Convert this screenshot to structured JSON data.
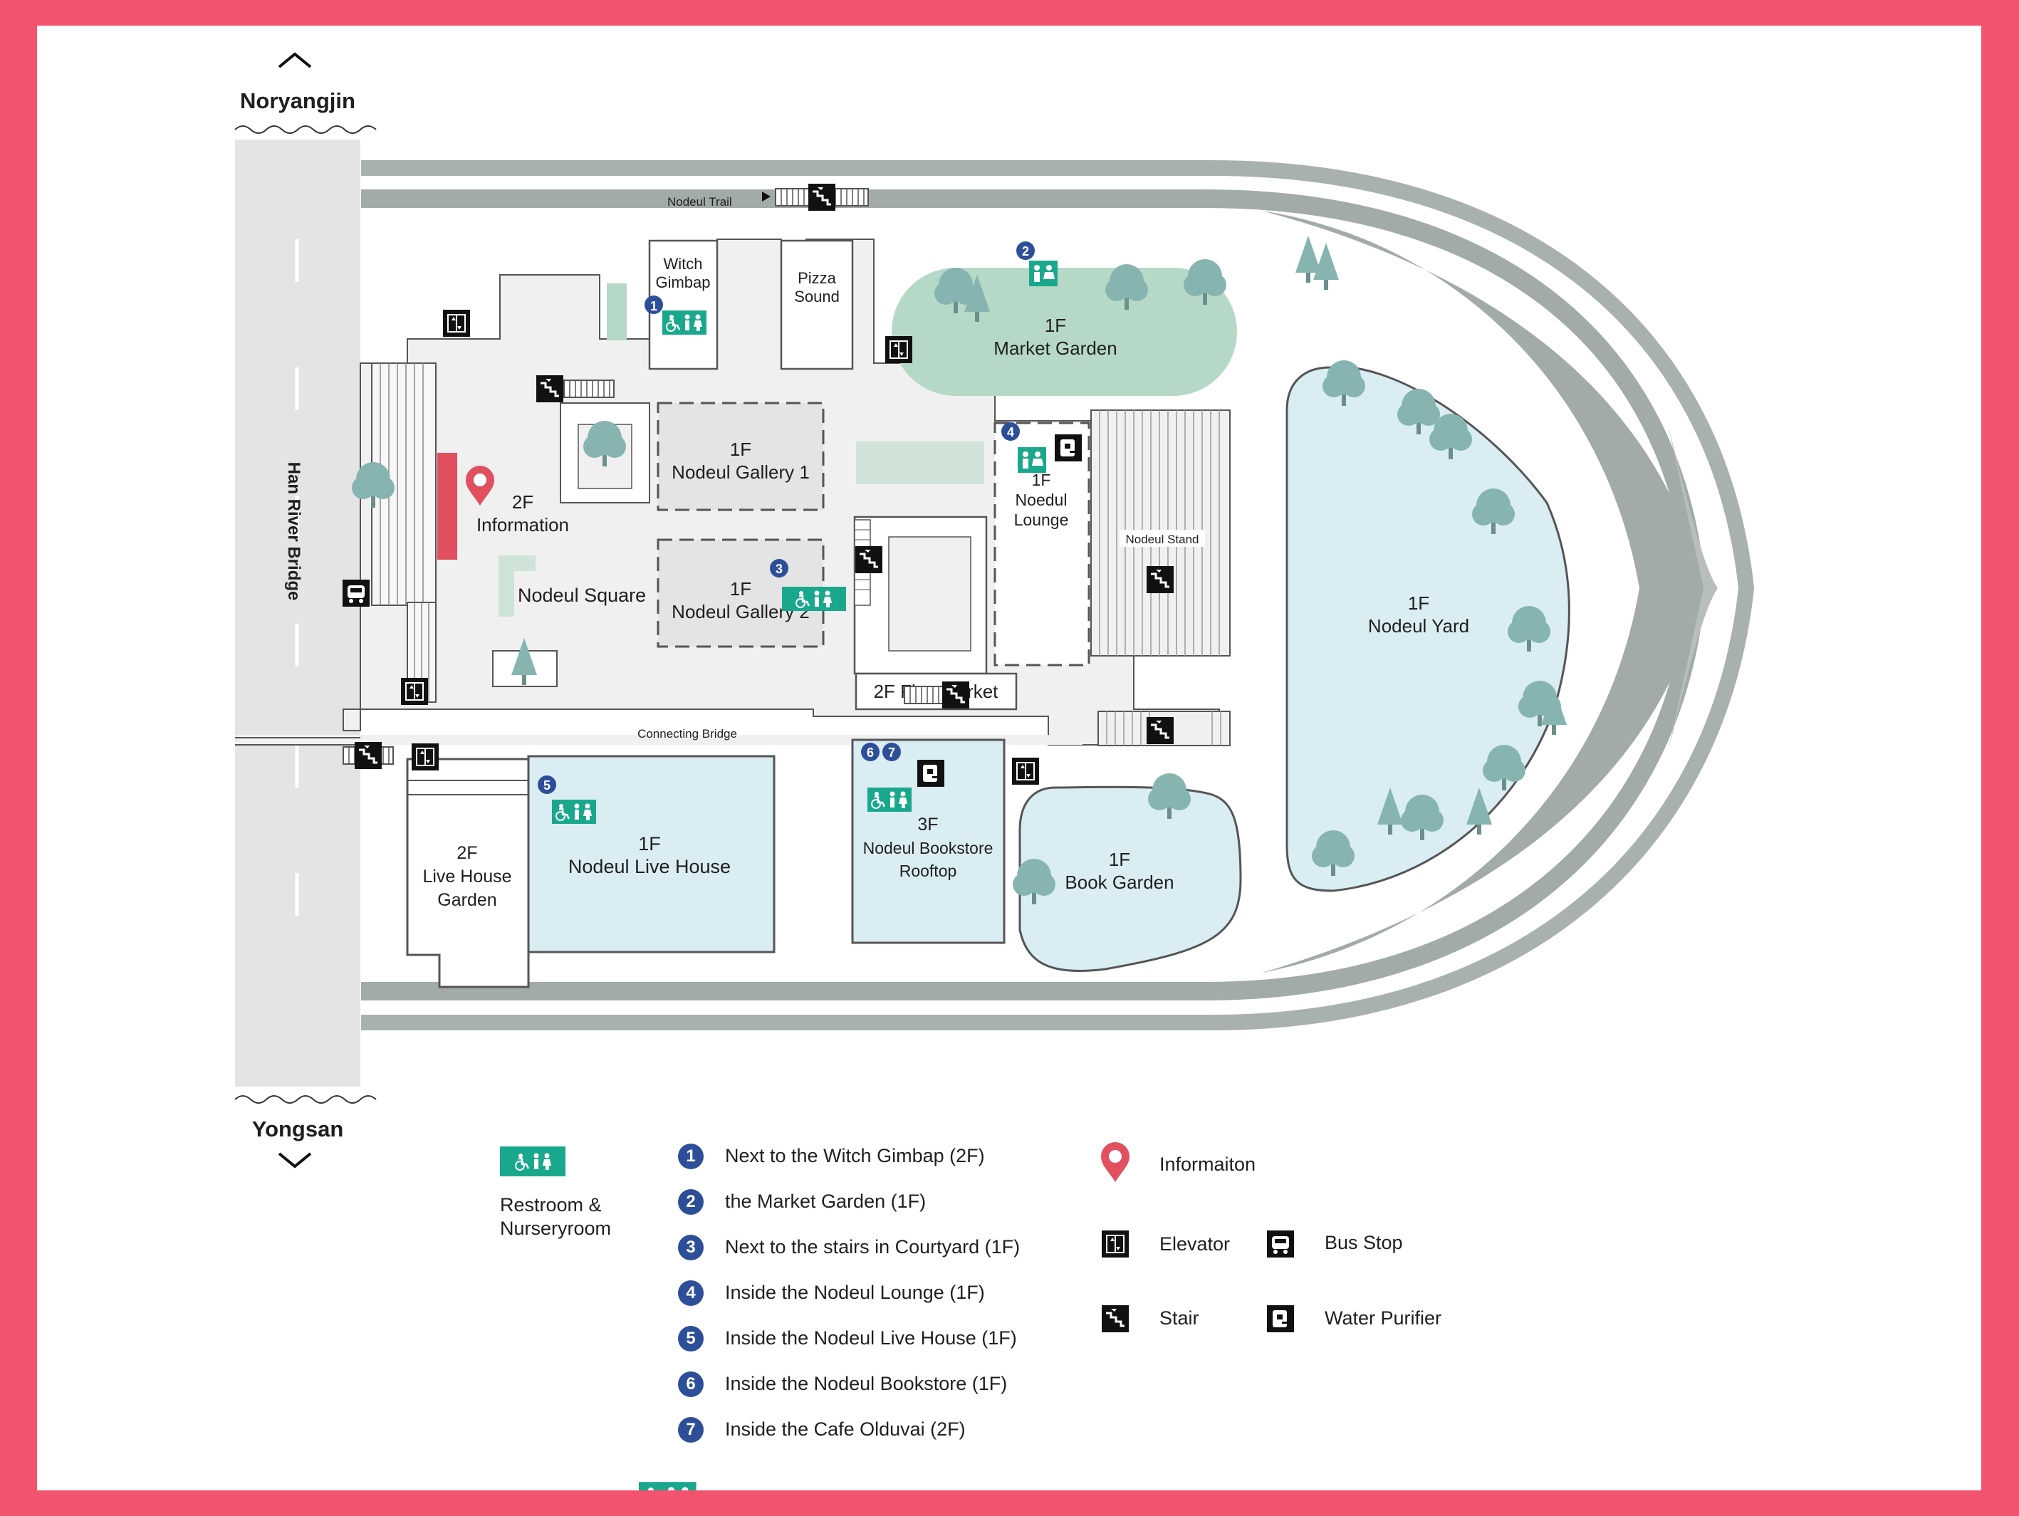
{
  "directions": {
    "north": "Noryangjin",
    "south": "Yongsan"
  },
  "bridge_label": "Han River Bridge",
  "trail_label": "Nodeul Trail",
  "connecting_bridge": "Connecting Bridge",
  "areas": {
    "witch_gimbap": [
      "Witch",
      "Gimbap"
    ],
    "pizza_sound": [
      "Pizza",
      "Sound"
    ],
    "market_garden": [
      "1F",
      "Market Garden"
    ],
    "information": [
      "2F",
      "Information"
    ],
    "gallery1": [
      "1F",
      "Nodeul Gallery 1"
    ],
    "gallery2": [
      "1F",
      "Nodeul Gallery 2"
    ],
    "nodeul_square": "Nodeul Square",
    "lounge": [
      "1F",
      "Noedul",
      "Lounge"
    ],
    "stand": "Nodeul Stand",
    "yard": [
      "1F",
      "Nodeul Yard"
    ],
    "flea_market": "2F Flea Market",
    "live_house_garden": [
      "2F",
      "Live House",
      "Garden"
    ],
    "live_house": [
      "1F",
      "Nodeul Live House"
    ],
    "bookstore": [
      "3F",
      "Nodeul Bookstore",
      "Rooftop"
    ],
    "book_garden": [
      "1F",
      "Book Garden"
    ]
  },
  "restroom_markers": [
    "1",
    "2",
    "3",
    "4",
    "5",
    "6",
    "7"
  ],
  "legend": {
    "restroom": [
      "Restroom &",
      "Nurseryroom"
    ],
    "items": [
      {
        "num": "1",
        "text": "Next to the Witch Gimbap (2F)"
      },
      {
        "num": "2",
        "text": "the Market Garden (1F)"
      },
      {
        "num": "3",
        "text": "Next to the stairs in Courtyard (1F)"
      },
      {
        "num": "4",
        "text": "Inside the Nodeul Lounge (1F)"
      },
      {
        "num": "5",
        "text": "Inside the Nodeul Live House (1F)"
      },
      {
        "num": "6",
        "text": "Inside the Nodeul Bookstore (1F)"
      },
      {
        "num": "7",
        "text": "Inside the Cafe Olduvai  (2F)"
      }
    ],
    "symbols": {
      "information": "Informaiton",
      "elevator": "Elevator",
      "bus_stop": "Bus Stop",
      "stair": "Stair",
      "water_purifier": "Water Purifier"
    }
  },
  "colors": {
    "frame": "#f2546f",
    "road": "#9aa39e",
    "water": "#d9edf3",
    "garden": "#b6d8c6",
    "restroom": "#1aa88c",
    "badge": "#2d4e98",
    "info": "#e0505f"
  }
}
